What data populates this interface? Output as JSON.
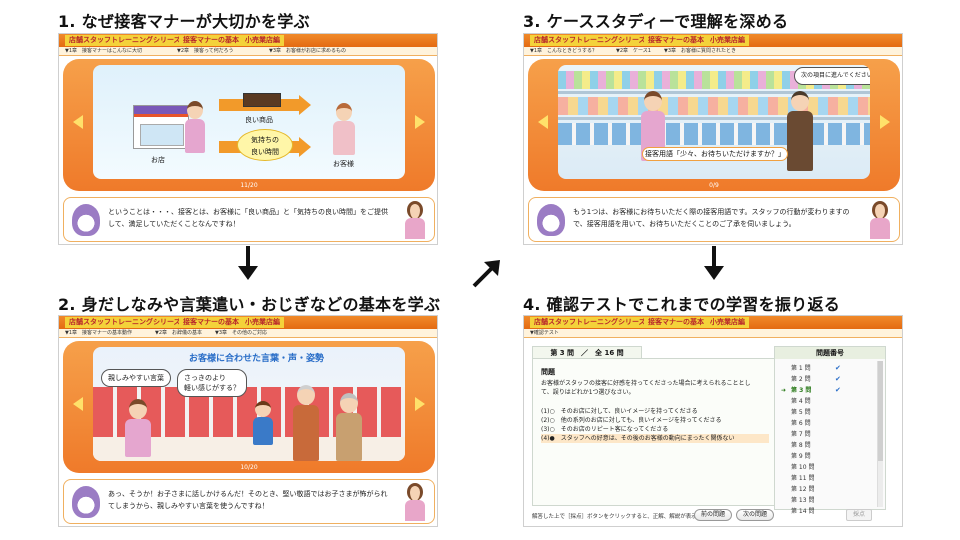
{
  "steps": {
    "s1": "1. なぜ接客マナーが大切かを学ぶ",
    "s2": "2. 身だしなみや言葉遣い・おじぎなどの基本を学ぶ",
    "s3": "3. ケーススタディーで理解を深める",
    "s4": "4. 確認テストでこれまでの学習を振り返る"
  },
  "course": {
    "series": "店舗スタッフトレーニングシリーズ",
    "subtitle": "接客マナーの基本",
    "tag": "小売業店編"
  },
  "panel1": {
    "nav": [
      "▼1章　接客マナーはこんなに大切",
      "▼2章　接客って何だろう",
      "▼3章　お客様がお店に求めるもの"
    ],
    "store_label": "お店",
    "goods_label": "良い商品",
    "time_label_1": "気持ちの",
    "time_label_2": "良い時間",
    "customer_label": "お客様",
    "page": "11/20",
    "dialog": "ということは・・・、接客とは、お客様に「良い商品」と「気持ちの良い時間」をご提供して、満足していただくことなんですね！"
  },
  "panel2": {
    "nav": [
      "▼1章　接客マナーの基本動作",
      "▼2章　お辞儀の基本",
      "▼3章　その他のご対応"
    ],
    "heading": "お客様に合わせた言葉・声・姿勢",
    "bubble1": "親しみやすい言葉",
    "bubble2_1": "さっきのより",
    "bubble2_2": "軽い感じがする？",
    "page": "10/20",
    "dialog": "あっ、そうか！お子さまに話しかけるんだ！そのとき、堅い敬語ではお子さまが怖がられてしまうから、親しみやすい言葉を使うんですね！"
  },
  "panel3": {
    "nav": [
      "▼1章　こんなときどうする？",
      "▼2章　ケース1",
      "▼3章　お客様に質問されたとき"
    ],
    "instruction": "次の項目に進んでください",
    "caption": "接客用語「少々、お待ちいただけますか？」",
    "page": "0/9",
    "dialog": "もう1つは、お客様にお待ちいただく際の接客用語です。スタッフの行動が変わりますので、接客用語を用いて、お待ちいただくことのご了承を伺いましょう。"
  },
  "panel4": {
    "nav": "▼確認テスト",
    "qnum": "第 3 問　／　全 16 問",
    "qtitle": "問題",
    "qtext": "お客様がスタッフの接客に好感を持ってくださった場合に考えられることとして、誤りはどれか1つ選びなさい。",
    "choices": [
      "(1)○　そのお店に対して、良いイメージを持ってくださる",
      "(2)○　他の系列のお店に対しても、良いイメージを持ってくださる",
      "(3)○　そのお店のリピート客になってくださる",
      "(4)●　スタッフへの好意は、その後のお客様の動向にまったく関係ない"
    ],
    "answers_head": "問題番号",
    "answers": [
      "第 1 問",
      "第 2 問",
      "第 3 問",
      "第 4 問",
      "第 5 問",
      "第 6 問",
      "第 7 問",
      "第 8 問",
      "第 9 問",
      "第 10 問",
      "第 11 問",
      "第 12 問",
      "第 13 問",
      "第 14 問"
    ],
    "bottom_note": "解答した上で［採点］ボタンをクリックすると、正解、解説が表示されます。",
    "prev_btn": "前の問題",
    "next_btn": "次の問題",
    "score_btn": "採点"
  },
  "colors": {
    "orange": "#ef7a2a",
    "yellow": "#f4d23a",
    "arrow": "#111111"
  }
}
